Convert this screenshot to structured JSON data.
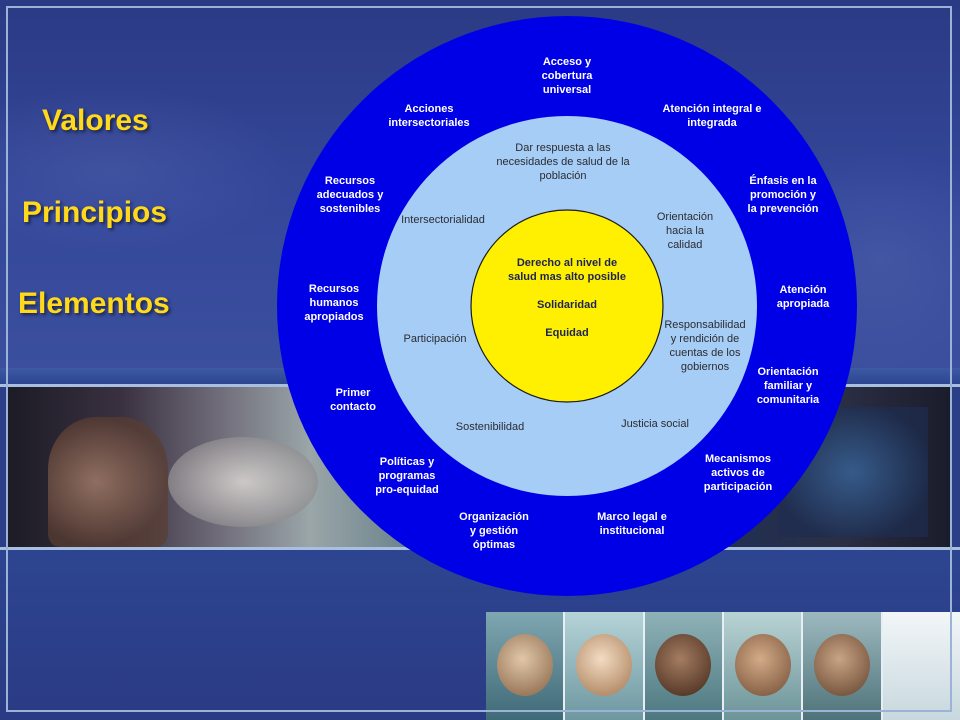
{
  "labels": {
    "valores": "Valores",
    "principios": "Principios",
    "elementos": "Elementos"
  },
  "colors": {
    "title_yellow": "#ffd91a",
    "outer_ring": "#0000e6",
    "middle_ring": "#a6cdf5",
    "inner_circle": "#ffef00",
    "background": "#2c3e86"
  },
  "core": {
    "lines": [
      "Derecho al nivel de",
      "salud mas alto posible",
      "",
      "Solidaridad",
      "",
      "Equidad"
    ]
  },
  "middle_ring": [
    {
      "id": "dar-respuesta",
      "lines": [
        "Dar respuesta a las",
        "necesidades de salud de la",
        "población"
      ]
    },
    {
      "id": "orientacion-calidad",
      "lines": [
        "Orientación",
        "hacia la",
        "calidad"
      ]
    },
    {
      "id": "responsabilidad",
      "lines": [
        "Responsabilidad",
        "y rendición de",
        "cuentas de los",
        "gobiernos"
      ]
    },
    {
      "id": "justicia-social",
      "lines": [
        "Justicia social"
      ]
    },
    {
      "id": "sostenibilidad",
      "lines": [
        "Sostenibilidad"
      ]
    },
    {
      "id": "participacion",
      "lines": [
        "Participación"
      ]
    },
    {
      "id": "intersectorialidad",
      "lines": [
        "Intersectorialidad"
      ]
    }
  ],
  "outer_ring": [
    {
      "id": "acceso",
      "lines": [
        "Acceso y",
        "cobertura",
        "universal"
      ]
    },
    {
      "id": "atencion-integral",
      "lines": [
        "Atención integral e",
        "integrada"
      ]
    },
    {
      "id": "enfasis-promocion",
      "lines": [
        "Énfasis en la",
        "promoción y",
        "la prevención"
      ]
    },
    {
      "id": "atencion-apropiada",
      "lines": [
        "Atención",
        "apropiada"
      ]
    },
    {
      "id": "orientacion-familiar",
      "lines": [
        "Orientación",
        "familiar y",
        "comunitaria"
      ]
    },
    {
      "id": "mecanismos",
      "lines": [
        "Mecanismos",
        "activos de",
        "participación"
      ]
    },
    {
      "id": "marco-legal",
      "lines": [
        "Marco legal e",
        "institucional"
      ]
    },
    {
      "id": "organizacion",
      "lines": [
        "Organización",
        "y gestión",
        "óptimas"
      ]
    },
    {
      "id": "politicas",
      "lines": [
        "Políticas y",
        "programas",
        "pro-equidad"
      ]
    },
    {
      "id": "primer-contacto",
      "lines": [
        "Primer",
        "contacto"
      ]
    },
    {
      "id": "recursos-humanos",
      "lines": [
        "Recursos",
        "humanos",
        "apropiados"
      ]
    },
    {
      "id": "recursos-adecuados",
      "lines": [
        "Recursos",
        "adecuados y",
        "sostenibles"
      ]
    },
    {
      "id": "acciones-intersectoriales",
      "lines": [
        "Acciones",
        "intersectoriales"
      ]
    }
  ]
}
